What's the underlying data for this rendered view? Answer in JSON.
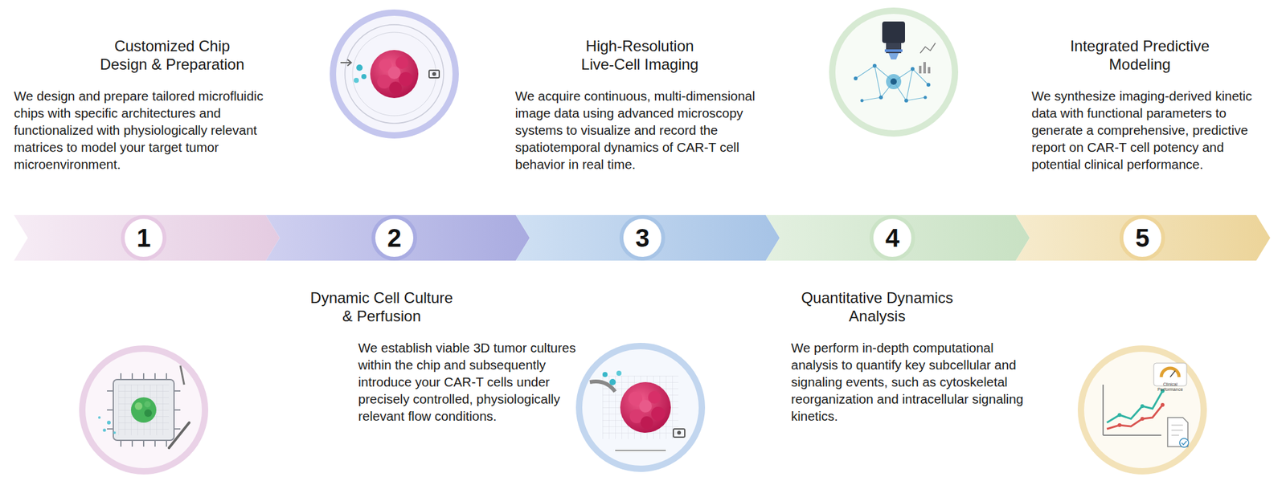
{
  "diagram": {
    "nodes": [
      {
        "text": [
          "Customized Chip Design & Preparation",
          "We design and prepare tailored microfluidic chips with specific architectures and functionalized with physiologically relevant matrices to model your target tumor microenvironment.",
          "1"
        ]
      },
      {
        "text": [
          "Dynamic Cell Culture & Perfusion",
          "We establish viable 3D tumor cultures within the chip and subsequently introduce your CAR-T cells under precisely controlled, physiologically relevant flow conditions.",
          "2"
        ]
      },
      {
        "text": [
          "High-Resolution Live-Cell Imaging",
          "We acquire continuous, multi-dimensional image data using advanced microscopy systems to visualize and record the spatiotemporal dynamics of CAR-T cell behavior in real time.",
          "3"
        ]
      },
      {
        "text": [
          "Quantitative Dynamics Analysis",
          "We perform in-depth computational analysis to quantify key subcellular and signaling events, such as cytoskeletal reorganization and intracellular signaling kinetics.",
          "4"
        ]
      },
      {
        "text": [
          "Integrated Predictive Modeling",
          "We synthesize imaging-derived kinetic data with functional parameters to generate a comprehensive, predictive report on CAR-T cell potency and potential clinical performance.",
          "5"
        ]
      }
    ],
    "labels": [
      "Clinical Performance"
    ]
  }
}
